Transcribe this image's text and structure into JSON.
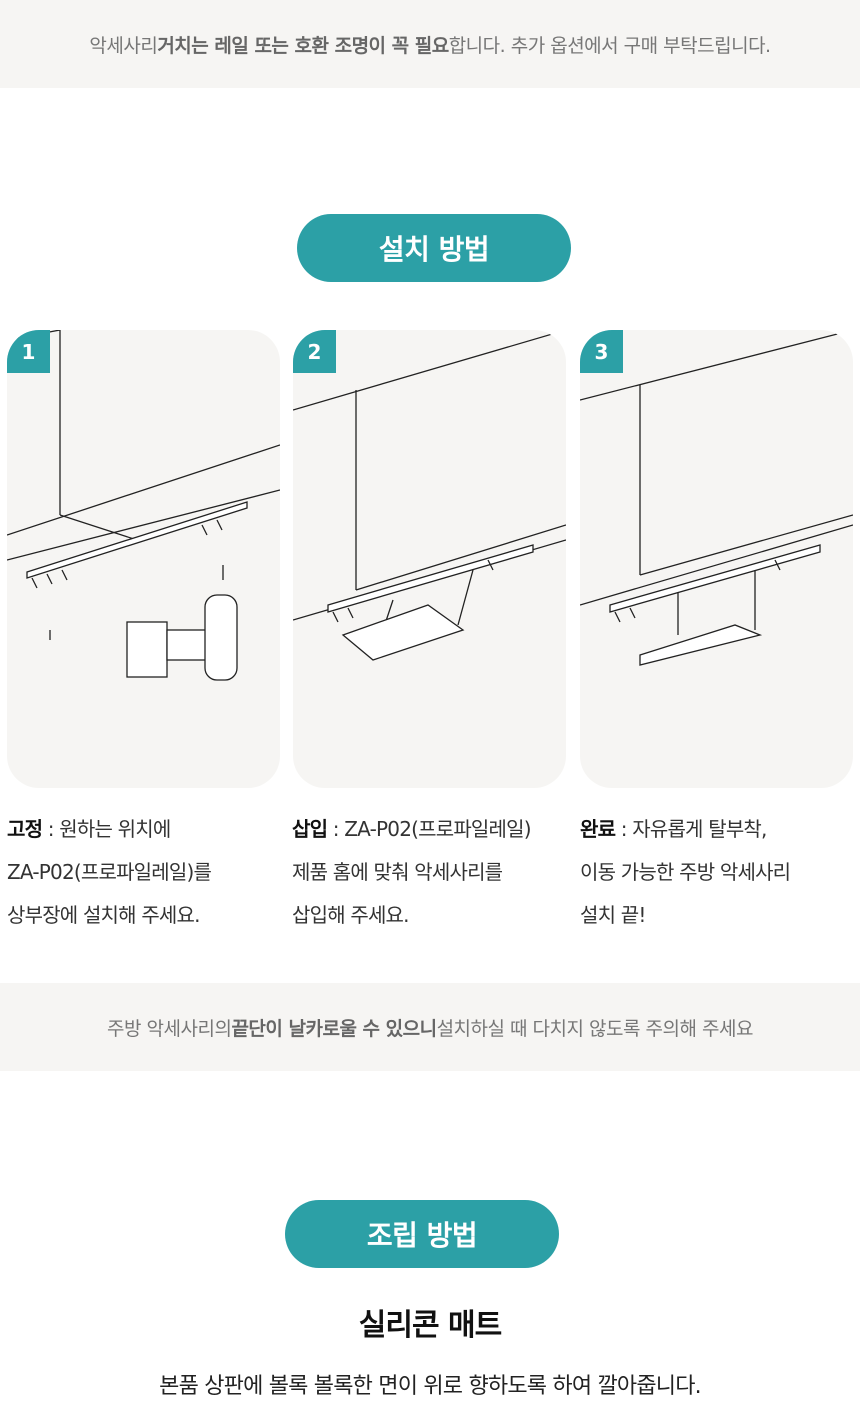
{
  "top_notice": {
    "pre": "악세사리 ",
    "bold": "거치는 레일 또는 호환 조명이 꼭 필요",
    "post": "합니다. 추가 옵션에서 구매 부탁드립니다."
  },
  "install_title": "설치 방법",
  "steps": [
    {
      "num": "1",
      "title": "고정",
      "lines": [
        " : 원하는 위치에",
        "ZA-P02(프로파일레일)를",
        "상부장에 설치해 주세요."
      ]
    },
    {
      "num": "2",
      "title": "삽입",
      "lines": [
        " : ZA-P02(프로파일레일)",
        "제품 홈에 맞춰 악세사리를",
        "삽입해 주세요."
      ]
    },
    {
      "num": "3",
      "title": "완료",
      "lines": [
        " : 자유롭게 탈부착,",
        "이동 가능한 주방 악세사리",
        "설치 끝!"
      ]
    }
  ],
  "caution": {
    "pre": "주방 악세사리의 ",
    "bold": "끝단이 날카로울 수 있으니",
    "post": " 설치하실 때 다치지 않도록 주의해 주세요"
  },
  "assembly_title": "조립 방법",
  "mat_title": "실리콘 매트",
  "mat_desc": "본품 상판에 볼록 볼록한 면이 위로 향하도록 하여 깔아줍니다.",
  "colors": {
    "accent": "#2ca0a6",
    "panel": "#f6f5f3"
  }
}
